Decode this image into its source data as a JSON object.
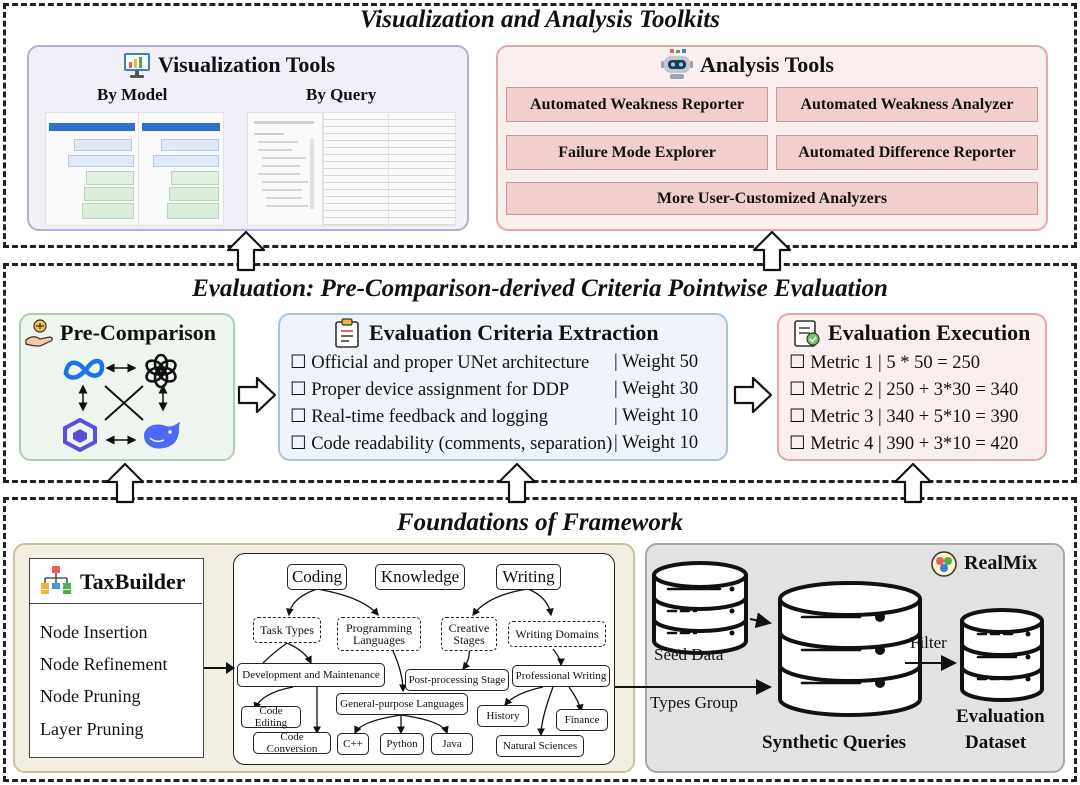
{
  "toolkits": {
    "title": "Visualization and Analysis Toolkits",
    "visualization": {
      "title": "Visualization Tools",
      "by_model": "By Model",
      "by_query": "By Query"
    },
    "analysis": {
      "title": "Analysis Tools",
      "items": [
        "Automated Weakness Reporter",
        "Automated Weakness Analyzer",
        "Failure Mode Explorer",
        "Automated Difference Reporter",
        "More User-Customized Analyzers"
      ]
    }
  },
  "evaluation": {
    "title": "Evaluation: Pre-Comparison-derived Criteria Pointwise Evaluation",
    "pre_comparison": {
      "title": "Pre-Comparison"
    },
    "criteria": {
      "title": "Evaluation Criteria Extraction",
      "items": [
        {
          "name": "☐ Official and proper UNet architecture",
          "weight": "| Weight 50"
        },
        {
          "name": "☐ Proper device assignment for DDP",
          "weight": "| Weight 30"
        },
        {
          "name": "☐ Real-time feedback and logging",
          "weight": "| Weight 10"
        },
        {
          "name": "☐ Code readability (comments, separation)",
          "weight": "| Weight 10"
        }
      ]
    },
    "execution": {
      "title": "Evaluation Execution",
      "items": [
        "☐ Metric 1 | 5 * 50 = 250",
        "☐ Metric 2 | 250 + 3*30 = 340",
        "☐ Metric 3 | 340 + 5*10 = 390",
        "☐ Metric 4 | 390 + 3*10 = 420"
      ]
    }
  },
  "foundations": {
    "title": "Foundations of Framework",
    "taxbuilder": {
      "title": "TaxBuilder",
      "ops": [
        "Node Insertion",
        "Node Refinement",
        "Node Pruning",
        "Layer Pruning"
      ]
    },
    "tree": {
      "coding": "Coding",
      "knowledge": "Knowledge",
      "writing": "Writing",
      "task_types": "Task Types",
      "programming_languages": "Programming Languages",
      "creative_stages": "Creative Stages",
      "writing_domains": "Writing Domains",
      "dev_maint": "Development and Maintenance",
      "post_processing": "Post-processing Stage",
      "professional_writing": "Professional Writing",
      "general_purpose": "General-purpose Languages",
      "code_editing": "Code Editing",
      "code_conversion": "Code Conversion",
      "cpp": "C++",
      "python": "Python",
      "java": "Java",
      "history": "History",
      "finance": "Finance",
      "natural_sciences": "Natural Sciences"
    },
    "types_group": "Types Group",
    "realmix": {
      "title": "RealMix",
      "seed_data": "Seed Data",
      "filter": "Filter",
      "synthetic_queries": "Synthetic Queries",
      "evaluation_dataset_1": "Evaluation",
      "evaluation_dataset_2": "Dataset"
    }
  },
  "colors": {
    "viz_panel": "#f1eff8",
    "viz_border": "#b8acd8",
    "analysis_panel": "#fbeeee",
    "analysis_border": "#e0a8a8",
    "green_panel": "#eef6ef",
    "green_border": "#a8d0ae",
    "blue_panel": "#eef4fa",
    "blue_border": "#a8c4dc",
    "beige_panel": "#f4efe3",
    "beige_border": "#cdbf9e",
    "gray_panel": "#e2e2e2",
    "gray_border": "#a8a8a8"
  }
}
